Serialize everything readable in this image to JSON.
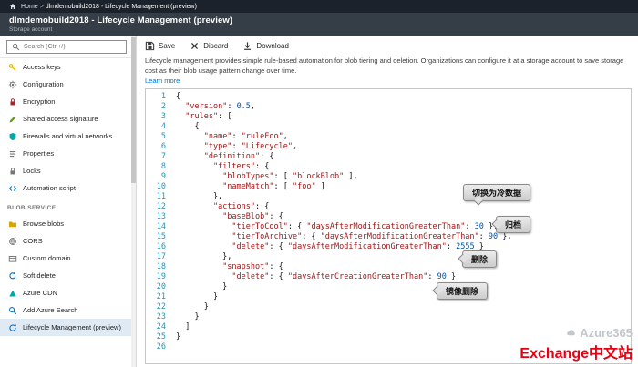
{
  "breadcrumb": {
    "items": [
      "Home",
      "dlmdemobuild2018 - Lifecycle Management (preview)"
    ]
  },
  "header": {
    "title": "dlmdemobuild2018 - Lifecycle Management (preview)",
    "subtitle": "Storage account"
  },
  "sidebar": {
    "search_placeholder": "Search (Ctrl+/)",
    "items": [
      {
        "label": "Access keys",
        "icon": "key-icon",
        "color": "#f0b400"
      },
      {
        "label": "Configuration",
        "icon": "gear-icon",
        "color": "#767676"
      },
      {
        "label": "Encryption",
        "icon": "lock-icon",
        "color": "#a4262c"
      },
      {
        "label": "Shared access signature",
        "icon": "signature-icon",
        "color": "#57a300"
      },
      {
        "label": "Firewalls and virtual networks",
        "icon": "shield-icon",
        "color": "#00a8a8"
      },
      {
        "label": "Properties",
        "icon": "list-icon",
        "color": "#767676"
      },
      {
        "label": "Locks",
        "icon": "padlock-icon",
        "color": "#767676"
      },
      {
        "label": "Automation script",
        "icon": "script-icon",
        "color": "#0078d4"
      },
      {
        "section": "BLOB SERVICE"
      },
      {
        "label": "Browse blobs",
        "icon": "folder-icon",
        "color": "#d8a500"
      },
      {
        "label": "CORS",
        "icon": "globe-icon",
        "color": "#767676"
      },
      {
        "label": "Custom domain",
        "icon": "domain-icon",
        "color": "#767676"
      },
      {
        "label": "Soft delete",
        "icon": "recycle-icon",
        "color": "#0078d4"
      },
      {
        "label": "Azure CDN",
        "icon": "cdn-icon",
        "color": "#00a8a8"
      },
      {
        "label": "Add Azure Search",
        "icon": "search-plus-icon",
        "color": "#0078d4"
      },
      {
        "label": "Lifecycle Management (preview)",
        "icon": "lifecycle-icon",
        "color": "#0078d4",
        "selected": true
      }
    ]
  },
  "toolbar": {
    "buttons": [
      {
        "label": "Save",
        "icon": "save-icon"
      },
      {
        "label": "Discard",
        "icon": "discard-icon"
      },
      {
        "label": "Download",
        "icon": "download-icon"
      }
    ]
  },
  "main": {
    "description": "Lifecycle management provides simple rule-based automation for blob tiering and deletion. Organizations can configure it at a storage account to save storage cost as their blob usage pattern change over time.",
    "learn_more": "Learn more"
  },
  "editor": {
    "lines": [
      "{",
      "  \"version\": 0.5,",
      "  \"rules\": [",
      "    {",
      "      \"name\": \"ruleFoo\",",
      "      \"type\": \"Lifecycle\",",
      "      \"definition\": {",
      "        \"filters\": {",
      "          \"blobTypes\": [ \"blockBlob\" ],",
      "          \"nameMatch\": [ \"foo\" ]",
      "        },",
      "        \"actions\": {",
      "          \"baseBlob\": {",
      "            \"tierToCool\": { \"daysAfterModificationGreaterThan\": 30 },",
      "            \"tierToArchive\": { \"daysAfterModificationGreaterThan\": 90 },",
      "            \"delete\": { \"daysAfterModificationGreaterThan\": 2555 }",
      "          },",
      "          \"snapshot\": {",
      "            \"delete\": { \"daysAfterCreationGreaterThan\": 90 }",
      "          }",
      "        }",
      "      }",
      "    }",
      "  ]",
      "}",
      ""
    ]
  },
  "annotations": [
    {
      "text": "切换为冷数据"
    },
    {
      "text": "归档"
    },
    {
      "text": "删除"
    },
    {
      "text": "镜像删除"
    }
  ],
  "watermark": {
    "brand": "Azure365",
    "site": "Exchange中文站"
  },
  "colors": {
    "accent": "#0078d4",
    "topbar": "#1b222b",
    "titlebar": "#353d46",
    "string_token": "#a31515",
    "number_token": "#0451a5",
    "line_number": "#2b91af",
    "selected_item_bg": "#dfeaf5",
    "site_red": "#e60012"
  }
}
